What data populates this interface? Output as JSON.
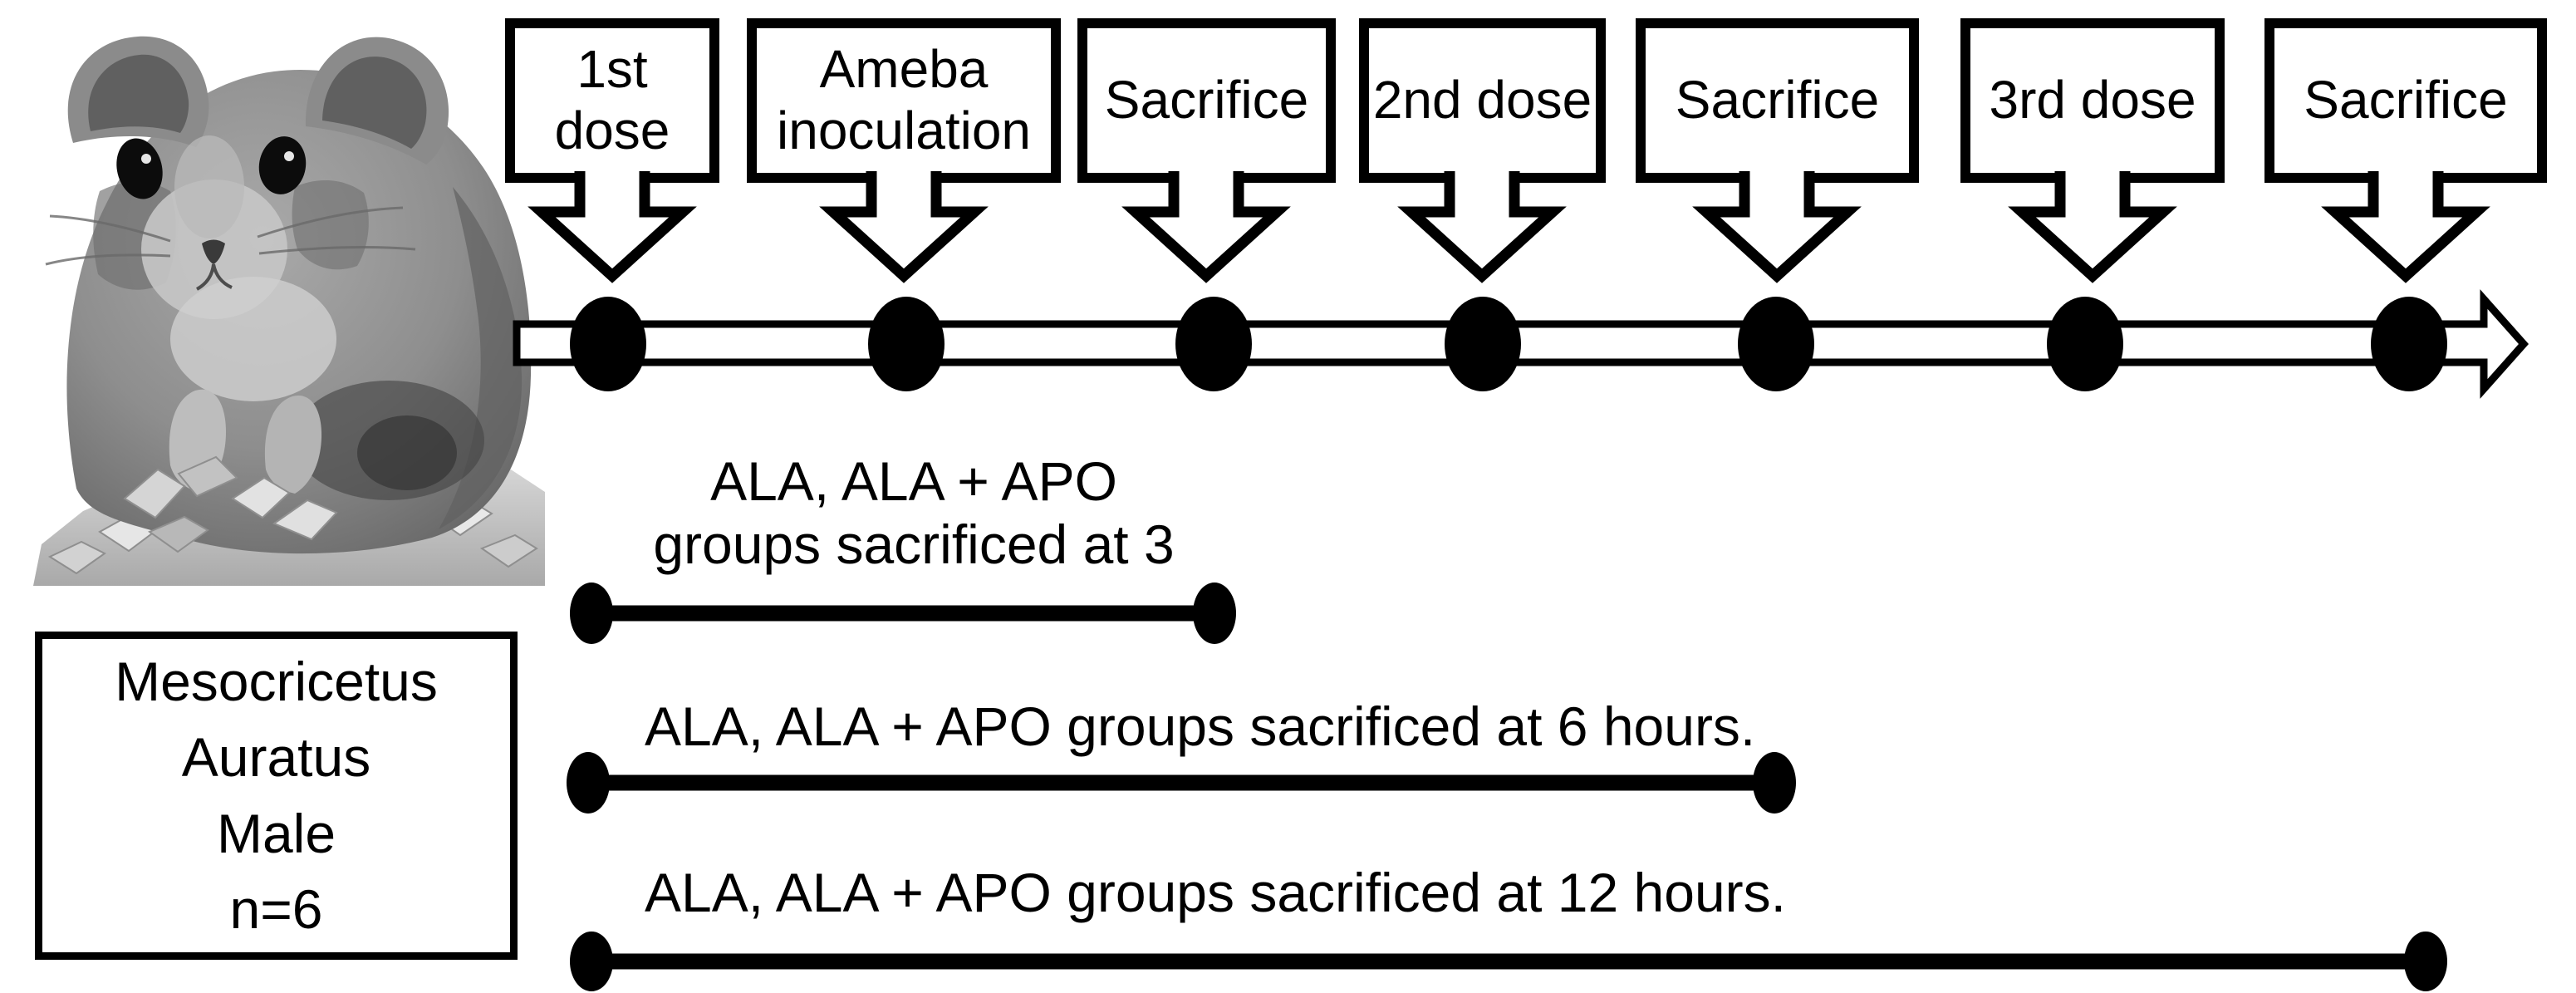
{
  "colors": {
    "ink": "#000000",
    "paper": "#ffffff"
  },
  "images": {
    "hamster": "grayscale-hamster-photo"
  },
  "subject_box": {
    "lines": [
      "Mesocricetus",
      "Auratus",
      "Male",
      "n=6"
    ]
  },
  "timeline": {
    "direction": "left-to-right",
    "events": [
      {
        "lines": [
          "1st",
          "dose"
        ]
      },
      {
        "lines": [
          "Ameba",
          "inoculation"
        ]
      },
      {
        "lines": [
          "Sacrifice"
        ]
      },
      {
        "lines": [
          "2nd dose"
        ]
      },
      {
        "lines": [
          "Sacrifice"
        ]
      },
      {
        "lines": [
          "3rd dose"
        ]
      },
      {
        "lines": [
          "Sacrifice"
        ]
      }
    ]
  },
  "duration_bars": [
    {
      "lines": [
        "ALA, ALA + APO",
        "groups sacrificed at 3"
      ],
      "from_event": 1,
      "to_event": 3
    },
    {
      "lines": [
        "ALA, ALA + APO groups sacrificed at 6 hours."
      ],
      "from_event": 1,
      "to_event": 5
    },
    {
      "lines": [
        "ALA, ALA + APO groups sacrificed at 12 hours."
      ],
      "from_event": 1,
      "to_event": 7
    }
  ]
}
